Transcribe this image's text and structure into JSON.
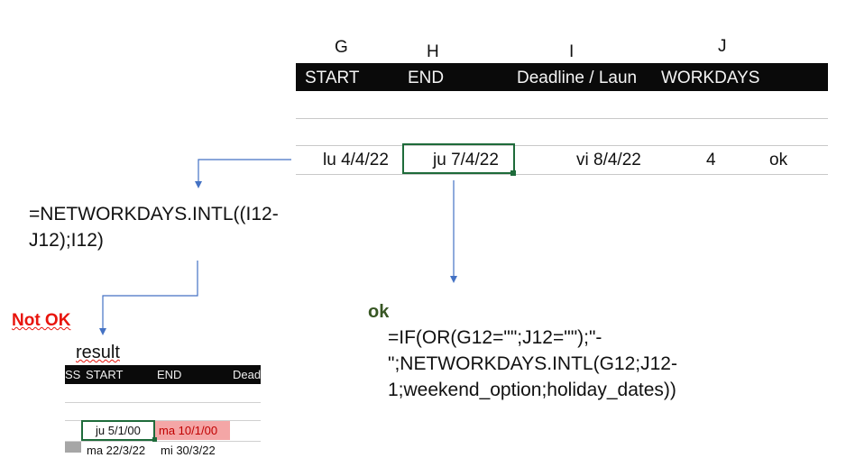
{
  "column_letters": [
    "G",
    "H",
    "I",
    "J"
  ],
  "header_row": {
    "start": "START",
    "end": "END",
    "deadline": "Deadline / Laun",
    "workdays": "WORKDAYS"
  },
  "data_row": {
    "start": "lu 4/4/22",
    "end": "ju 7/4/22",
    "deadline": "vi 8/4/22",
    "workdays": "4",
    "status": "ok"
  },
  "formula_bad": {
    "line1": "=NETWORKDAYS.INTL((I12-",
    "line2": "J12);I12)"
  },
  "verdict_bad": "Not OK",
  "result_label": "result",
  "mini_sheet": {
    "headers": [
      "SS",
      "START",
      "END",
      "Dead"
    ],
    "row1": {
      "start": "ju 5/1/00",
      "end": "ma 10/1/00"
    },
    "row2": {
      "start": "ma 22/3/22",
      "end": "mi 30/3/22"
    }
  },
  "verdict_ok": "ok",
  "formula_good": {
    "line1": "=IF(OR(G12=\"\";J12=\"\");\"-",
    "line2": "\";NETWORKDAYS.INTL(G12;J12-",
    "line3": "1;weekend_option;holiday_dates))"
  },
  "colors": {
    "header_bg": "#0a0a0a",
    "selection": "#1e6b3a",
    "arrow": "#4472c4",
    "not_ok": "#e8140c",
    "ok": "#375623",
    "error_fill": "#f4a6a6",
    "error_text": "#c00000"
  }
}
